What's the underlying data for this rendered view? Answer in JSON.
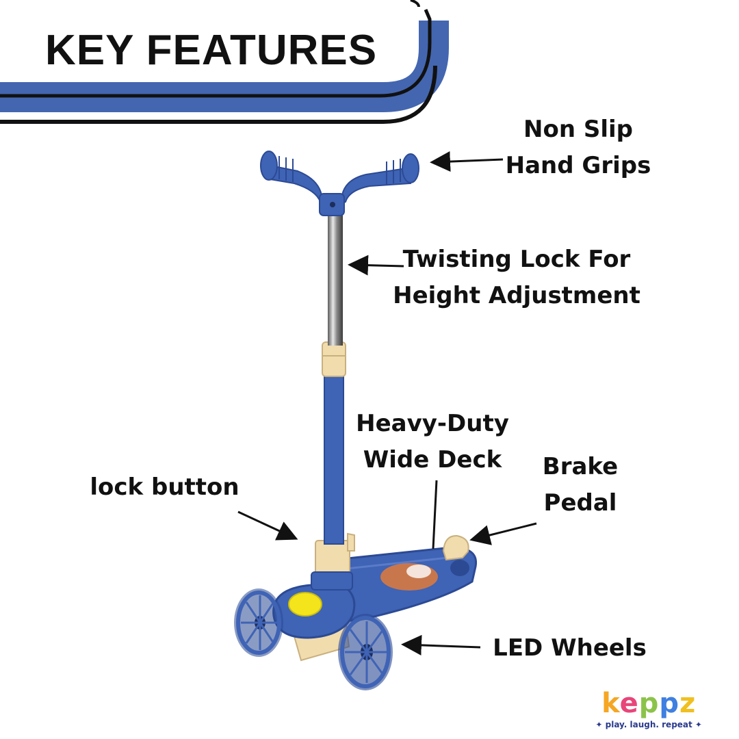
{
  "header": {
    "title": "KEY FEATURES"
  },
  "features": {
    "hand_grips": [
      "Non Slip",
      "Hand Grips"
    ],
    "twisting_lock": [
      "Twisting Lock For",
      "Height Adjustment"
    ],
    "deck": [
      "Heavy-Duty",
      "Wide Deck"
    ],
    "brake": [
      "Brake",
      "Pedal"
    ],
    "lock_button": "lock button",
    "wheels": "LED Wheels"
  },
  "logo": {
    "letters": [
      "k",
      "e",
      "p",
      "p",
      "z"
    ],
    "tagline": "✦ play. laugh. repeat ✦",
    "letter_colors": [
      "#f5a623",
      "#e8457a",
      "#8bc34a",
      "#3f7fe0",
      "#f0c020"
    ]
  },
  "colors": {
    "accent_blue": "#4466b0",
    "scooter_blue": "#3f63b5",
    "cream": "#f1dcae",
    "yellow": "#f3e41c"
  }
}
